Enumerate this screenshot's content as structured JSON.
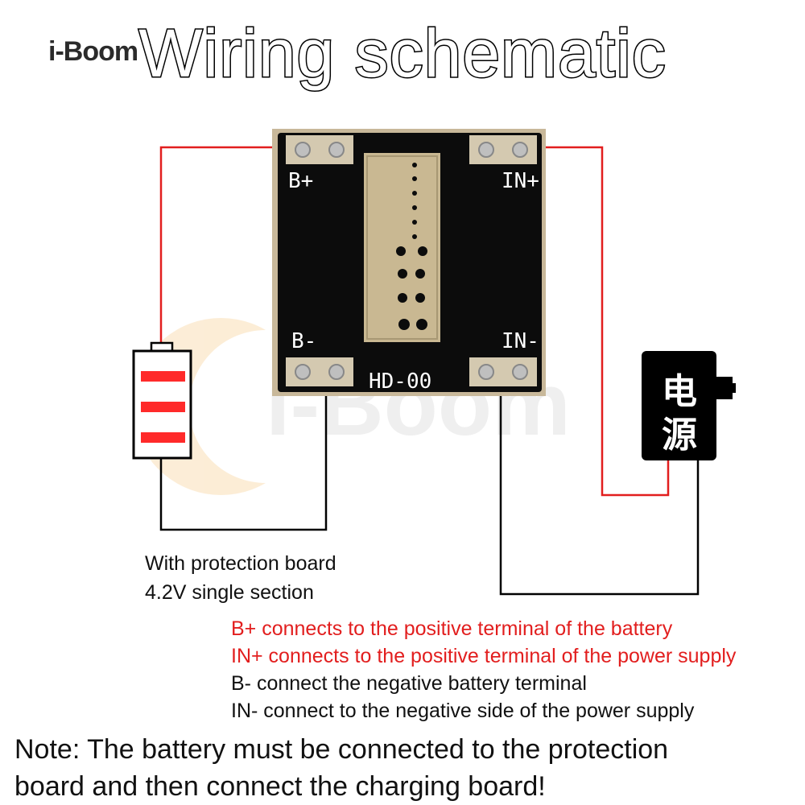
{
  "title": "Wiring schematic",
  "brand": {
    "logo_text": "i-Boom",
    "watermark_text": "i-Boom",
    "logo_color": "#f5a30a"
  },
  "board": {
    "labels": {
      "b_plus": "B+",
      "in_plus": "IN+",
      "b_minus": "B-",
      "in_minus": "IN-",
      "model": "HD-00"
    }
  },
  "power_supply": {
    "glyph_top": "电",
    "glyph_bottom": "源"
  },
  "battery_note": {
    "line1": "With protection board",
    "line2": "4.2V single section"
  },
  "instructions": [
    {
      "text": "B+ connects to the positive terminal of the battery",
      "color": "#e21e1e"
    },
    {
      "text": "IN+ connects to the positive terminal of the power supply",
      "color": "#e21e1e"
    },
    {
      "text": "B- connect the negative battery terminal",
      "color": "#111111"
    },
    {
      "text": "IN- connect to the negative side of the power supply",
      "color": "#111111"
    }
  ],
  "note": {
    "line1": "Note: The battery must be connected to the protection",
    "line2": "board and then connect the charging board!"
  },
  "colors": {
    "positive_wire": "#e21e1e",
    "negative_wire": "#000000",
    "battery_bar": "#ff2a2a"
  }
}
